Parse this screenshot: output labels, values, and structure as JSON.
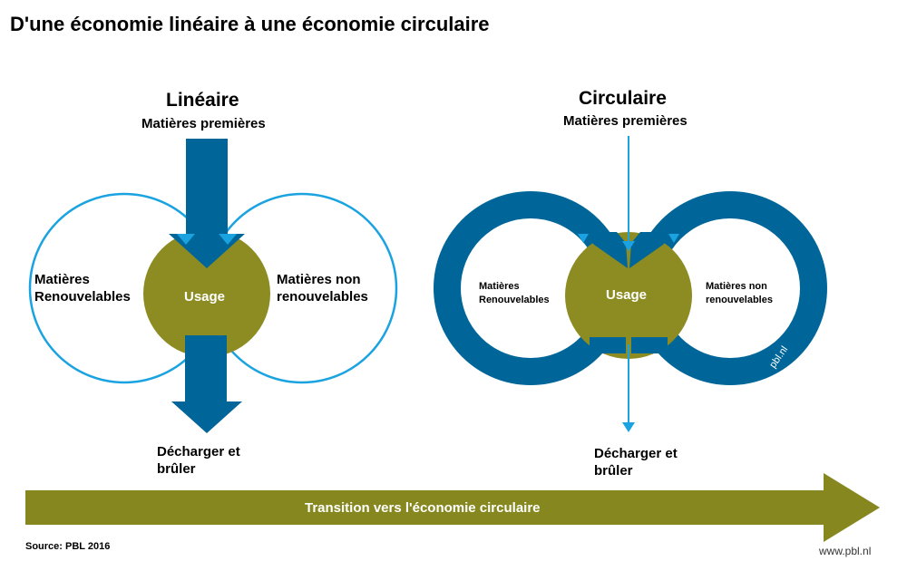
{
  "title": "D'une économie linéaire à une économie circulaire",
  "linear": {
    "heading": "Linéaire",
    "input": "Matières premières",
    "left_label_1": "Matières",
    "left_label_2": "Renouvelables",
    "center_label": "Usage",
    "right_label_1": "Matières non",
    "right_label_2": "renouvelables",
    "output_1": "Décharger et",
    "output_2": "brûler"
  },
  "circular": {
    "heading": "Circulaire",
    "input": "Matières premières",
    "left_label_1": "Matières",
    "left_label_2": "Renouvelables",
    "center_label": "Usage",
    "right_label_1": "Matières non",
    "right_label_2": "renouvelables",
    "output_1": "Décharger et",
    "output_2": "brûler",
    "watermark": "pbl.nl"
  },
  "transition_label": "Transition vers l'économie circulaire",
  "source": "Source: PBL 2016",
  "website": "www.pbl.nl",
  "colors": {
    "dark_blue": "#006699",
    "light_blue": "#1aa3e0",
    "olive": "#8c8c22",
    "arrow_olive": "#86881f"
  }
}
